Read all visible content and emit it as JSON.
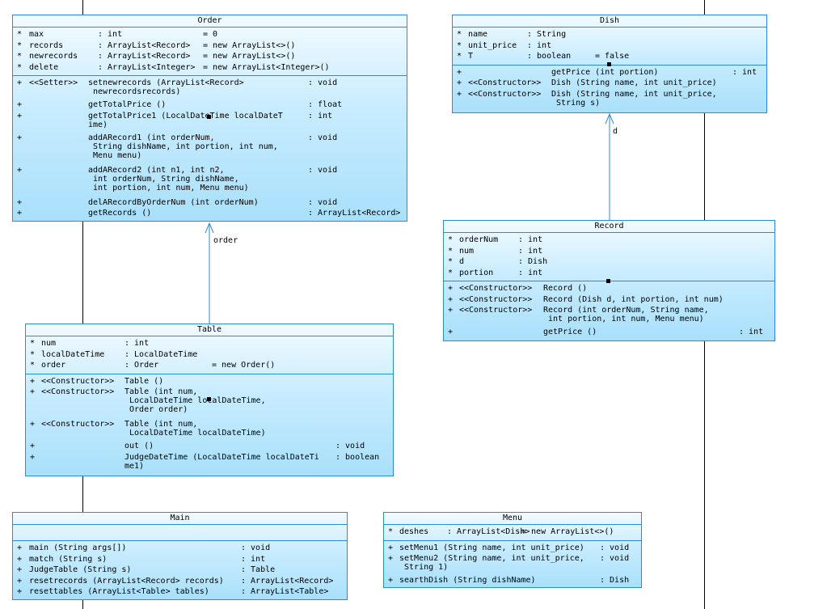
{
  "order": {
    "title": "Order",
    "attrs": [
      {
        "v": "*",
        "n": "max",
        "t": ": int",
        "d": "= 0"
      },
      {
        "v": "*",
        "n": "records",
        "t": ": ArrayList<Record>",
        "d": "= new ArrayList<>()"
      },
      {
        "v": "*",
        "n": "newrecords",
        "t": ": ArrayList<Record>",
        "d": "= new ArrayList<>()"
      },
      {
        "v": "*",
        "n": "delete",
        "t": ": ArrayList<Integer>",
        "d": "= new ArrayList<Integer>()"
      }
    ],
    "ops": [
      {
        "v": "+",
        "s": "<<Setter>>",
        "m": "setnewrecords (ArrayList<Record>\n newrecordsrecords)",
        "r": ": void"
      },
      {
        "v": "+",
        "s": "",
        "m": "getTotalPrice ()",
        "r": ": float"
      },
      {
        "v": "+",
        "s": "",
        "m": "getTotalPrice1 (LocalDateTime localDateT\nime)",
        "r": ": int"
      },
      {
        "v": "+",
        "s": "",
        "m": "addARecord1 (int orderNum,\n String dishName, int portion, int num,\n Menu menu)",
        "r": ": void"
      },
      {
        "v": "+",
        "s": "",
        "m": "addARecord2 (int n1, int n2,\n int orderNum, String dishName,\n int portion, int num, Menu menu)",
        "r": ": void"
      },
      {
        "v": "+",
        "s": "",
        "m": "delARecordByOrderNum (int orderNum)",
        "r": ": void"
      },
      {
        "v": "+",
        "s": "",
        "m": "getRecords ()",
        "r": ": ArrayList<Record>"
      }
    ]
  },
  "dish": {
    "title": "Dish",
    "attrs": [
      {
        "v": "*",
        "n": "name",
        "t": ": String",
        "d": ""
      },
      {
        "v": "*",
        "n": "unit_price",
        "t": ": int",
        "d": ""
      },
      {
        "v": "*",
        "n": "T",
        "t": ": boolean",
        "d": "= false"
      }
    ],
    "ops": [
      {
        "v": "+",
        "s": "",
        "m": "getPrice (int portion)",
        "r": ": int"
      },
      {
        "v": "+",
        "s": "<<Constructor>>",
        "m": "Dish (String name, int unit_price)",
        "r": ""
      },
      {
        "v": "+",
        "s": "<<Constructor>>",
        "m": "Dish (String name, int unit_price,\n String s)",
        "r": ""
      }
    ]
  },
  "record": {
    "title": "Record",
    "attrs": [
      {
        "v": "*",
        "n": "orderNum",
        "t": ": int",
        "d": ""
      },
      {
        "v": "*",
        "n": "num",
        "t": ": int",
        "d": ""
      },
      {
        "v": "*",
        "n": "d",
        "t": ": Dish",
        "d": ""
      },
      {
        "v": "*",
        "n": "portion",
        "t": ": int",
        "d": ""
      }
    ],
    "ops": [
      {
        "v": "+",
        "s": "<<Constructor>>",
        "m": "Record ()",
        "r": ""
      },
      {
        "v": "+",
        "s": "<<Constructor>>",
        "m": "Record (Dish d, int portion, int num)",
        "r": ""
      },
      {
        "v": "+",
        "s": "<<Constructor>>",
        "m": "Record (int orderNum, String name,\n int portion, int num, Menu menu)",
        "r": ""
      },
      {
        "v": "+",
        "s": "",
        "m": "getPrice ()",
        "r": ": int"
      }
    ]
  },
  "table": {
    "title": "Table",
    "attrs": [
      {
        "v": "*",
        "n": "num",
        "t": ": int",
        "d": ""
      },
      {
        "v": "*",
        "n": "localDateTime",
        "t": ": LocalDateTime",
        "d": ""
      },
      {
        "v": "*",
        "n": "order",
        "t": ": Order",
        "d": "= new Order()"
      }
    ],
    "ops": [
      {
        "v": "+",
        "s": "<<Constructor>>",
        "m": "Table ()",
        "r": ""
      },
      {
        "v": "+",
        "s": "<<Constructor>>",
        "m": "Table (int num,\n LocalDateTime localDateTime,\n Order order)",
        "r": ""
      },
      {
        "v": "+",
        "s": "<<Constructor>>",
        "m": "Table (int num,\n LocalDateTime localDateTime)",
        "r": ""
      },
      {
        "v": "+",
        "s": "",
        "m": "out ()",
        "r": ": void"
      },
      {
        "v": "+",
        "s": "",
        "m": "JudgeDateTime (LocalDateTime localDateTi\nme1)",
        "r": ": boolean"
      }
    ]
  },
  "main": {
    "title": "Main",
    "attrs": [],
    "ops": [
      {
        "v": "+",
        "m": "main (String args[])",
        "r": ": void"
      },
      {
        "v": "+",
        "m": "match (String s)",
        "r": ": int"
      },
      {
        "v": "+",
        "m": "JudgeTable (String s)",
        "r": ": Table"
      },
      {
        "v": "+",
        "m": "resetrecords (ArrayList<Record> records)",
        "r": ": ArrayList<Record>"
      },
      {
        "v": "+",
        "m": "resettables (ArrayList<Table> tables)",
        "r": ": ArrayList<Table>"
      }
    ]
  },
  "menu": {
    "title": "Menu",
    "attrs": [
      {
        "v": "*",
        "n": "deshes",
        "t": ": ArrayList<Dish>",
        "d": "= new ArrayList<>()"
      }
    ],
    "ops": [
      {
        "v": "+",
        "m": "setMenu1 (String name, int unit_price)",
        "r": ": void"
      },
      {
        "v": "+",
        "m": "setMenu2 (String name, int unit_price,\n String 1)",
        "r": ": void"
      },
      {
        "v": "+",
        "m": "searthDish (String dishName)",
        "r": ": Dish"
      }
    ]
  },
  "links": {
    "table_order": "order",
    "record_dish": "d"
  }
}
